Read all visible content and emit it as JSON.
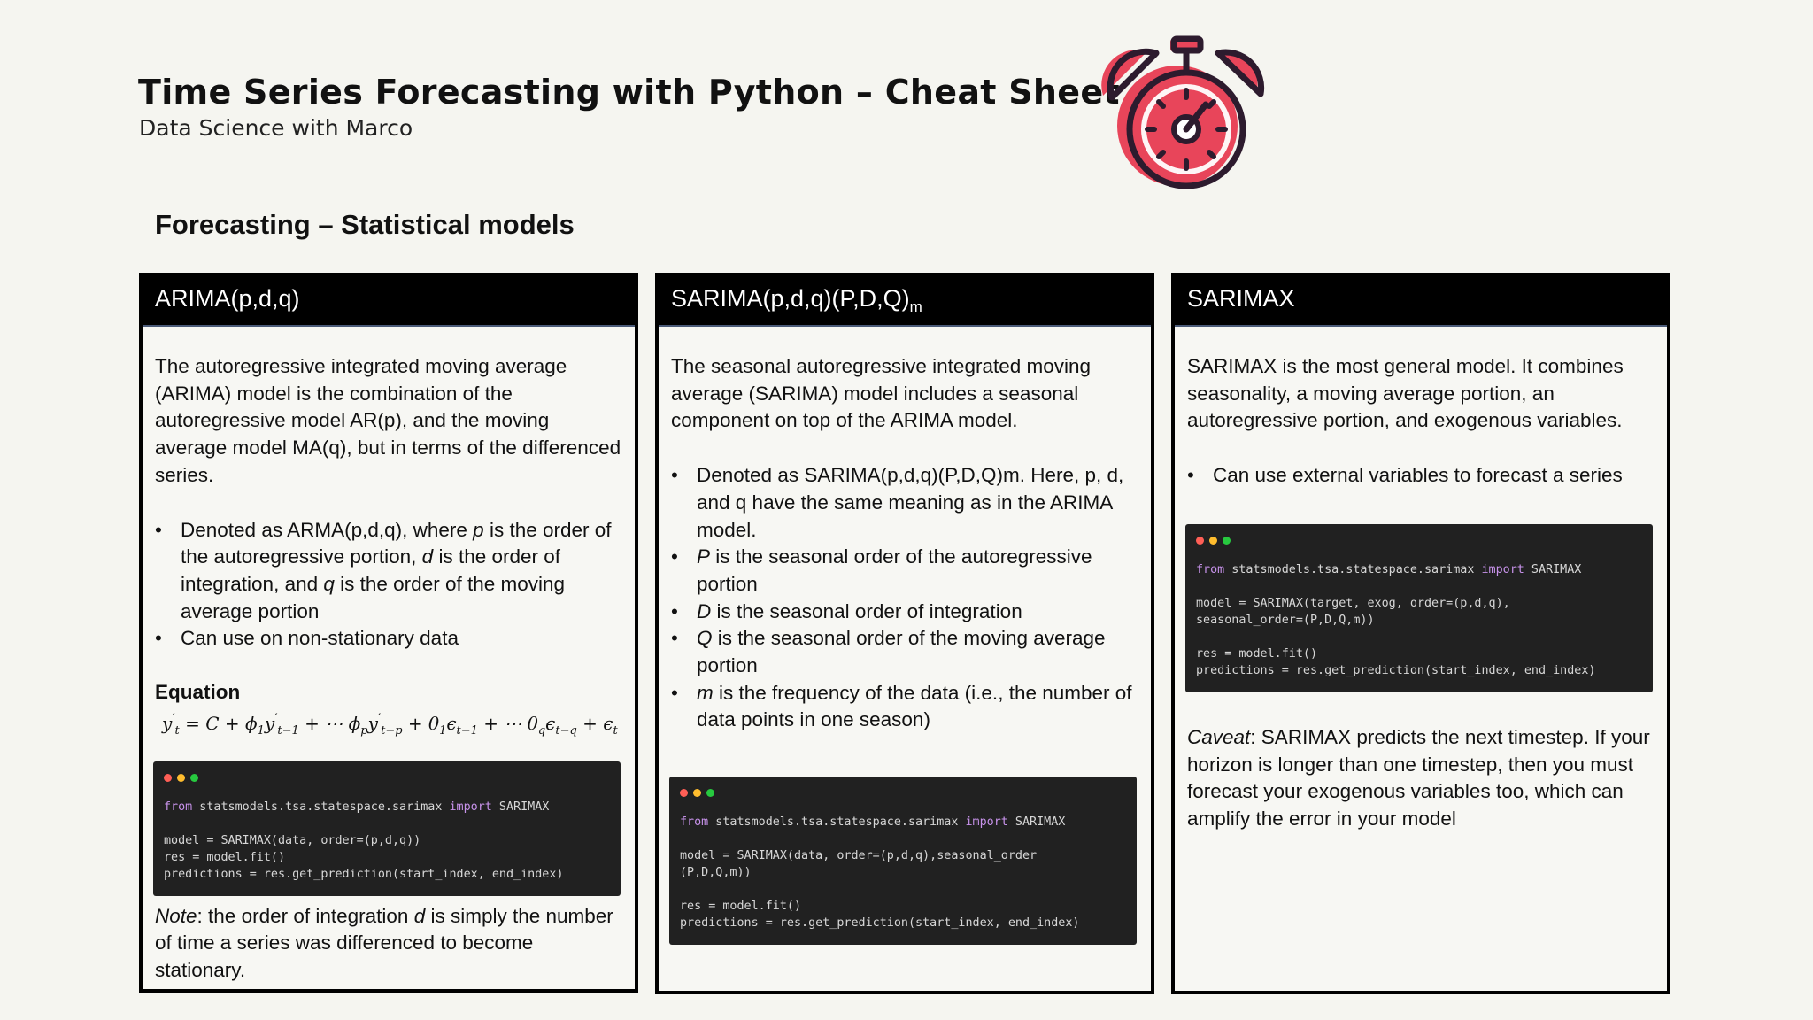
{
  "header": {
    "title": "Time Series Forecasting with Python – Cheat Sheet",
    "subtitle": "Data Science with Marco"
  },
  "logo": {
    "icon": "stopwatch-icon",
    "colors": {
      "fill": "#e8455a",
      "outline": "#2d1b2e"
    }
  },
  "section": {
    "title": "Forecasting – Statistical models"
  },
  "colors": {
    "accent": "#e8455a",
    "card_header": "#000000",
    "code_bg": "#212121",
    "dot_red": "#ff5f56",
    "dot_yellow": "#ffbd2e",
    "dot_green": "#27c93f"
  },
  "cards": [
    {
      "title": "ARIMA(p,d,q)",
      "intro": "The autoregressive integrated moving average (ARIMA) model is the combination of the autoregressive model AR(p), and the moving average model MA(q), but in terms of the differenced series.",
      "bullets": {
        "b1_a": "Denoted as ARMA(p,d,q), where ",
        "b1_p": "p",
        "b1_b": " is the order of the autoregressive portion, ",
        "b1_d": "d",
        "b1_c": " is the order of integration, and ",
        "b1_q": "q",
        "b1_e": " is the order of the moving average portion",
        "b2": "Can use on non-stationary data"
      },
      "equation_label": "Equation",
      "code": {
        "l1_from": "from",
        "l1_mod": " statsmodels.tsa.statespace.sarimax ",
        "l1_import": "import",
        "l1_cls": " SARIMAX",
        "l2": "model = SARIMAX(data, order=(p,d,q))",
        "l3": "res = model.fit()",
        "l4": "predictions = res.get_prediction(start_index, end_index)"
      },
      "note_label": "Note",
      "note_a": ": the order of integration ",
      "note_d": "d",
      "note_b": " is simply the number of time a series was differenced to become stationary."
    },
    {
      "title": "SARIMA(p,d,q)(P,D,Q)",
      "title_sub": "m",
      "intro": "The seasonal autoregressive integrated moving average (SARIMA) model includes a seasonal component on top of the ARIMA model.",
      "bullets": {
        "b1": "Denoted as SARIMA(p,d,q)(P,D,Q)m. Here, p, d, and q have the same meaning as in the ARIMA model.",
        "b2_i": "P",
        "b2": " is the seasonal order of the autoregressive portion",
        "b3_i": "D",
        "b3": " is the seasonal order of integration",
        "b4_i": "Q",
        "b4": " is the seasonal order of the moving average portion",
        "b5_i": "m",
        "b5": " is the frequency of the data (i.e., the number of data points in one season)"
      },
      "code": {
        "l1_from": "from",
        "l1_mod": " statsmodels.tsa.statespace.sarimax ",
        "l1_import": "import",
        "l1_cls": " SARIMAX",
        "l2": "model = SARIMAX(data, order=(p,d,q),seasonal_order",
        "l3": "(P,D,Q,m))",
        "l4": "res = model.fit()",
        "l5": "predictions = res.get_prediction(start_index, end_index)"
      }
    },
    {
      "title": "SARIMAX",
      "intro": "SARIMAX is the most general model. It combines seasonality, a moving average portion, an autoregressive portion, and exogenous variables.",
      "bullets": {
        "b1": "Can use external variables to forecast a series"
      },
      "code": {
        "l1_from": "from",
        "l1_mod": " statsmodels.tsa.statespace.sarimax ",
        "l1_import": "import",
        "l1_cls": " SARIMAX",
        "l2": "model = SARIMAX(target, exog, order=(p,d,q),",
        "l3": "seasonal_order=(P,D,Q,m))",
        "l4": "res = model.fit()",
        "l5": "predictions = res.get_prediction(start_index, end_index)"
      },
      "caveat_label": "Caveat",
      "caveat": ": SARIMAX predicts the next timestep. If your horizon is longer than one timestep, then you must forecast your exogenous variables too, which can amplify the error in your model"
    }
  ]
}
